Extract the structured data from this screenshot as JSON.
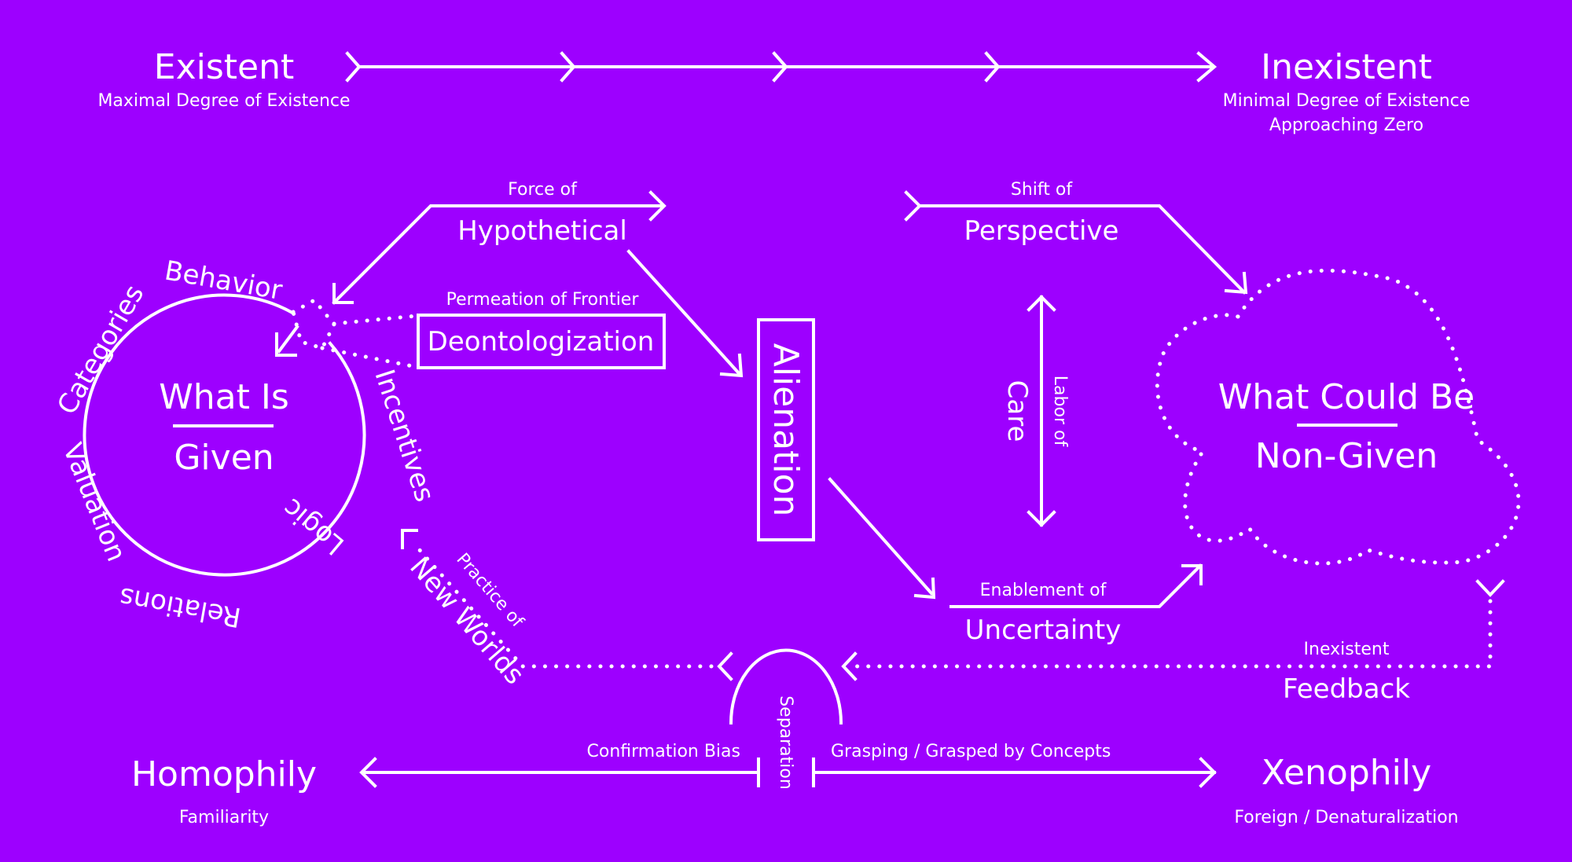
{
  "top_axis": {
    "left_title": "Existent",
    "left_subtitle": "Maximal Degree of Existence",
    "right_title": "Inexistent",
    "right_subtitle_1": "Minimal Degree of Existence",
    "right_subtitle_2": "Approaching Zero"
  },
  "given_circle": {
    "title": "What Is",
    "subtitle": "Given",
    "ring_labels": [
      "Behavior",
      "Categories",
      "Valuation",
      "Relations",
      "Logic",
      "Incentives"
    ]
  },
  "hypothetical": {
    "small": "Force of",
    "big": "Hypothetical"
  },
  "permeation": {
    "small": "Permeation of Frontier",
    "big": "Deontologization"
  },
  "alienation": {
    "label": "Alienation"
  },
  "perspective": {
    "small": "Shift of",
    "big": "Perspective"
  },
  "care": {
    "small": "Labor of",
    "big": "Care"
  },
  "non_given_cloud": {
    "title": "What Could Be",
    "subtitle": "Non-Given"
  },
  "uncertainty": {
    "small": "Enablement of",
    "big": "Uncertainty"
  },
  "feedback": {
    "small": "Inexistent",
    "big": "Feedback"
  },
  "new_worlds": {
    "small": "Practice of",
    "big": "New Worlds"
  },
  "separation": {
    "label": "Separation"
  },
  "bottom_axis": {
    "left_title": "Homophily",
    "left_subtitle": "Familiarity",
    "left_arrow_label": "Confirmation Bias",
    "right_title": "Xenophily",
    "right_subtitle": "Foreign / Denaturalization",
    "right_arrow_label": "Grasping / Grasped by Concepts"
  },
  "colors": {
    "background": "#9d00ff",
    "foreground": "#ffffff"
  }
}
